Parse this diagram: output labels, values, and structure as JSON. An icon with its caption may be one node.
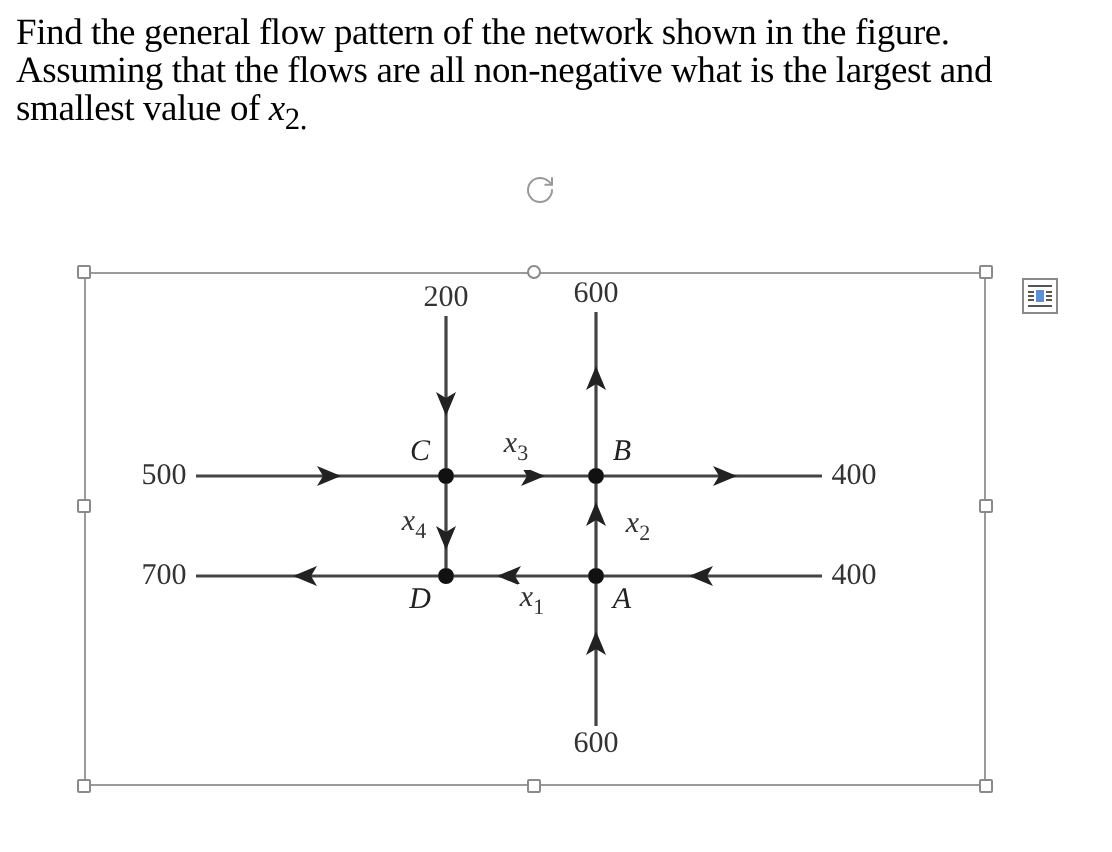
{
  "diagram": {
    "title": "Find the general flow pattern of the network shown in the figure. Assuming that the flows are all non-negative what is the largest and smallest value of *x*$_{2.}$",
    "nodes": [
      {
        "text": [
          "200"
        ]
      },
      {
        "text": [
          "600"
        ]
      },
      {
        "text": [
          "500"
        ]
      },
      {
        "text": [
          "C"
        ]
      },
      {
        "text": [
          "B"
        ]
      },
      {
        "text": [
          "400"
        ]
      },
      {
        "text": [
          "D"
        ]
      },
      {
        "text": [
          "A"
        ]
      },
      {
        "text": [
          "700"
        ]
      },
      {
        "text": [
          "400"
        ]
      },
      {
        "text": [
          "600"
        ]
      }
    ],
    "edges": [
      {
        "from": 0,
        "to": 3,
        "arrow": "to"
      },
      {
        "from": 2,
        "to": 3,
        "arrow": "to"
      },
      {
        "from": 3,
        "to": 4,
        "arrow": "to",
        "label": "x$_{3}$"
      },
      {
        "from": 4,
        "to": 1,
        "arrow": "to"
      },
      {
        "from": 4,
        "to": 5,
        "arrow": "to"
      },
      {
        "from": 3,
        "to": 6,
        "arrow": "to",
        "label": "x$_{4}$"
      },
      {
        "from": 7,
        "to": 4,
        "arrow": "to",
        "label": "x$_{2}$"
      },
      {
        "from": 7,
        "to": 6,
        "arrow": "to",
        "label": "x$_{1}$"
      },
      {
        "from": 9,
        "to": 7,
        "arrow": "to"
      },
      {
        "from": 10,
        "to": 7,
        "arrow": "to"
      },
      {
        "from": 6,
        "to": 8,
        "arrow": "to"
      }
    ]
  }
}
